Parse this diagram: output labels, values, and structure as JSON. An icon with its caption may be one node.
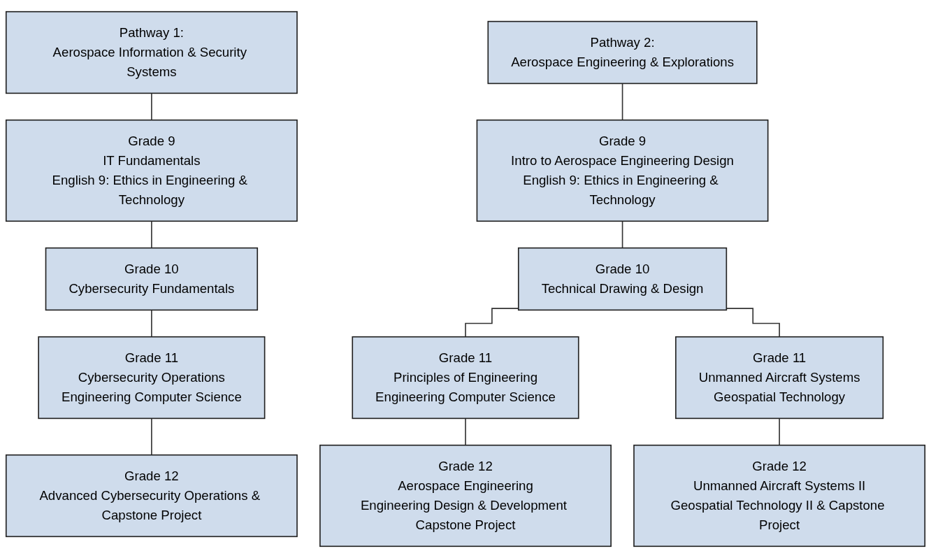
{
  "diagram": {
    "nodes": [
      {
        "text": [
          "Pathway 1:",
          "Aerospace Information & Security Systems"
        ]
      },
      {
        "text": [
          "Grade 9",
          "IT Fundamentals",
          "English 9: Ethics in Engineering & Technology"
        ]
      },
      {
        "text": [
          "Grade 10",
          "Cybersecurity Fundamentals"
        ]
      },
      {
        "text": [
          "Grade 11",
          "Cybersecurity Operations",
          "Engineering Computer Science"
        ]
      },
      {
        "text": [
          "Grade 12",
          "Advanced Cybersecurity Operations & Capstone Project"
        ]
      },
      {
        "text": [
          "Pathway 2:",
          "Aerospace Engineering & Explorations"
        ]
      },
      {
        "text": [
          "Grade 9",
          "Intro to Aerospace Engineering Design",
          "English 9: Ethics in Engineering & Technology"
        ]
      },
      {
        "text": [
          "Grade 10",
          "Technical Drawing & Design"
        ]
      },
      {
        "text": [
          "Grade 11",
          "Principles of Engineering",
          "Engineering Computer Science"
        ]
      },
      {
        "text": [
          "Grade 11",
          "Unmanned Aircraft Systems",
          "Geospatial Technology"
        ]
      },
      {
        "text": [
          "Grade 12",
          "Aerospace Engineering",
          "Engineering Design & Development Capstone Project"
        ]
      },
      {
        "text": [
          "Grade 12",
          "Unmanned Aircraft Systems II",
          "Geospatial Technology II & Capstone Project"
        ]
      }
    ],
    "edges": [
      {
        "from": 0,
        "to": 1,
        "arrow": "none"
      },
      {
        "from": 1,
        "to": 2,
        "arrow": "none"
      },
      {
        "from": 2,
        "to": 3,
        "arrow": "none"
      },
      {
        "from": 3,
        "to": 4,
        "arrow": "none"
      },
      {
        "from": 5,
        "to": 6,
        "arrow": "none"
      },
      {
        "from": 6,
        "to": 7,
        "arrow": "none"
      },
      {
        "from": 7,
        "to": 8,
        "arrow": "none"
      },
      {
        "from": 7,
        "to": 9,
        "arrow": "none"
      },
      {
        "from": 8,
        "to": 10,
        "arrow": "none"
      },
      {
        "from": 9,
        "to": 11,
        "arrow": "none"
      }
    ]
  }
}
